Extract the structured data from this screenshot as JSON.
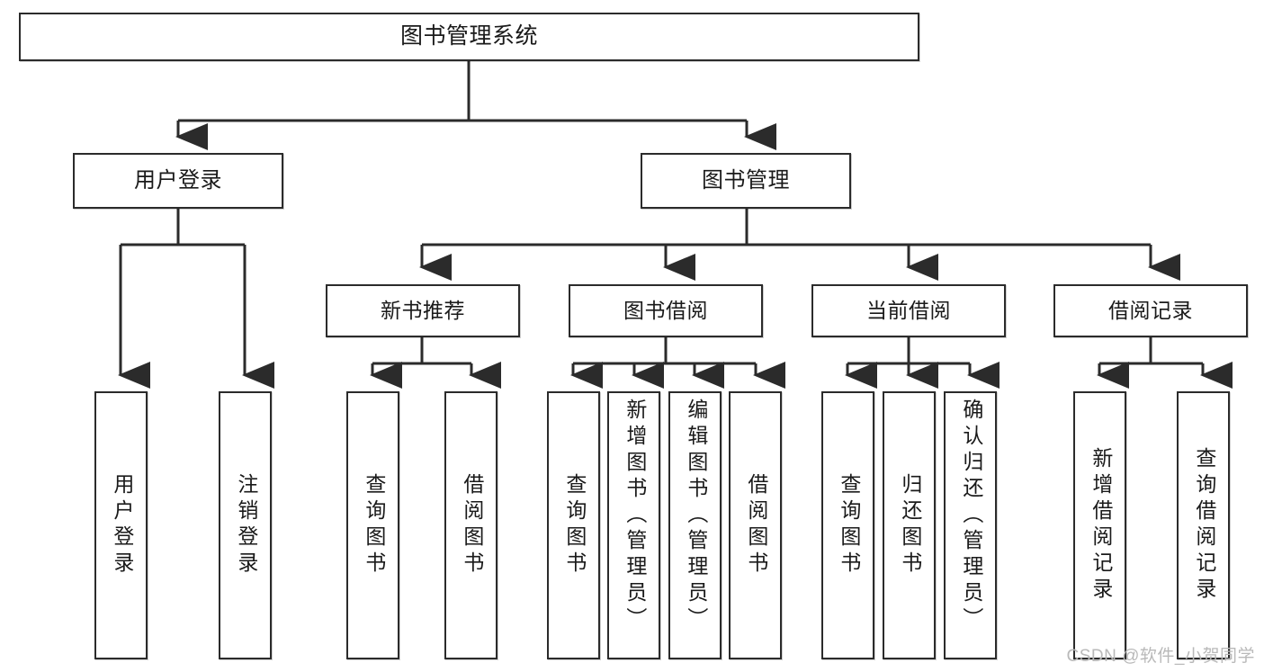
{
  "diagram": {
    "title": "图书管理系统",
    "type": "tree",
    "orientation": "top-down",
    "line_color": "#2b2b2b",
    "box_fill": "#ffffff",
    "text_color": "#1a1a1a",
    "levels": 4,
    "root": {
      "id": "root",
      "label": "图书管理系统"
    },
    "level2": [
      {
        "id": "user-login",
        "label": "用户登录"
      },
      {
        "id": "book-manage",
        "label": "图书管理"
      }
    ],
    "level3": [
      {
        "id": "new-book-recommend",
        "label": "新书推荐",
        "parent": "book-manage"
      },
      {
        "id": "book-borrow",
        "label": "图书借阅",
        "parent": "book-manage"
      },
      {
        "id": "current-borrow",
        "label": "当前借阅",
        "parent": "book-manage"
      },
      {
        "id": "borrow-record",
        "label": "借阅记录",
        "parent": "book-manage"
      }
    ],
    "leaves": [
      {
        "id": "leaf-user-login",
        "label": "用户登录",
        "parent": "user-login"
      },
      {
        "id": "leaf-user-logout",
        "label": "注销登录",
        "parent": "user-login"
      },
      {
        "id": "leaf-query-book-1",
        "label": "查询图书",
        "parent": "new-book-recommend"
      },
      {
        "id": "leaf-borrow-book-1",
        "label": "借阅图书",
        "parent": "new-book-recommend"
      },
      {
        "id": "leaf-query-book-2",
        "label": "查询图书",
        "parent": "book-borrow"
      },
      {
        "id": "leaf-add-book",
        "label": "新增图书（管理员）",
        "parent": "book-borrow"
      },
      {
        "id": "leaf-edit-book",
        "label": "编辑图书（管理员）",
        "parent": "book-borrow"
      },
      {
        "id": "leaf-borrow-book-2",
        "label": "借阅图书",
        "parent": "book-borrow"
      },
      {
        "id": "leaf-query-book-3",
        "label": "查询图书",
        "parent": "current-borrow"
      },
      {
        "id": "leaf-return-book",
        "label": "归还图书",
        "parent": "current-borrow"
      },
      {
        "id": "leaf-confirm-return",
        "label": "确认归还（管理员）",
        "parent": "current-borrow"
      },
      {
        "id": "leaf-add-record",
        "label": "新增借阅记录",
        "parent": "borrow-record"
      },
      {
        "id": "leaf-query-record",
        "label": "查询借阅记录",
        "parent": "borrow-record"
      }
    ]
  },
  "watermark": {
    "text": "CSDN @软件_小贺同学"
  }
}
